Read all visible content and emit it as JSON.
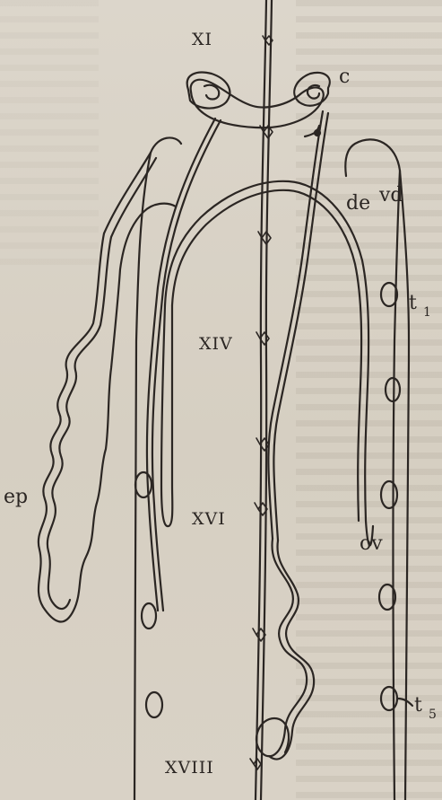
{
  "labels": {
    "segment_XI": "XI",
    "segment_XIV": "XIV",
    "segment_XVI": "XVI",
    "segment_XVIII": "XVIII",
    "c": "c",
    "de": "de",
    "vd": "vd",
    "t1_base": "t",
    "t1_sub": "1",
    "t5_base": "t",
    "t5_sub": "5",
    "ep": "ep",
    "ov": "ov"
  },
  "colors": {
    "ink": "#2b2623",
    "paper": "#d9d2c6"
  }
}
